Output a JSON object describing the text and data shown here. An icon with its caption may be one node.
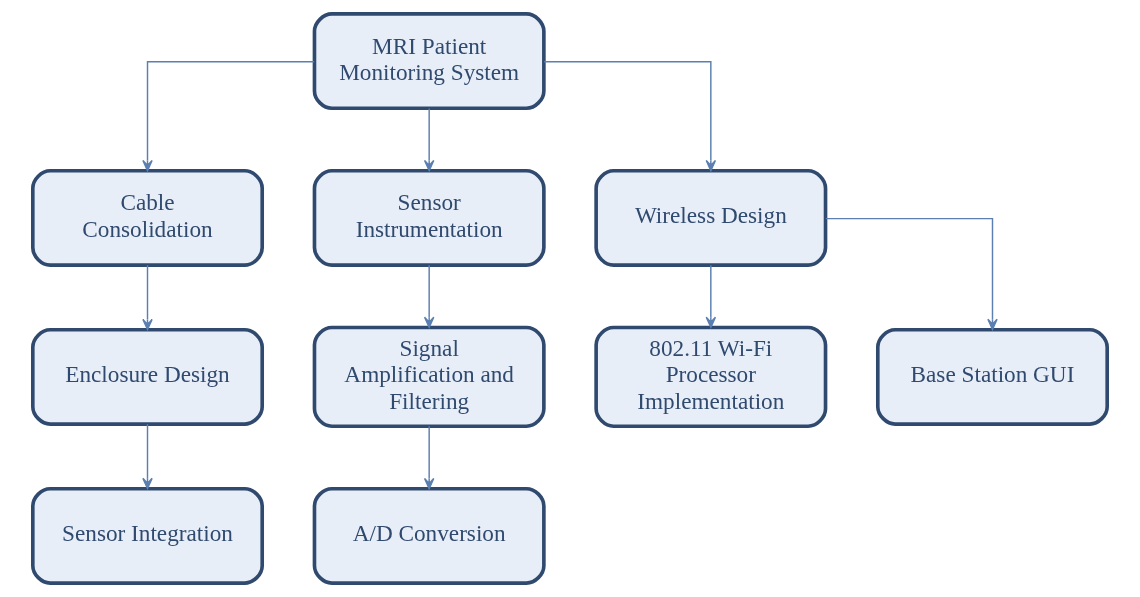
{
  "diagram": {
    "nodes": [
      {
        "text": [
          "MRI Patient Monitoring System"
        ]
      },
      {
        "text": [
          "Cable Consolidation"
        ]
      },
      {
        "text": [
          "Sensor Instrumentation"
        ]
      },
      {
        "text": [
          "Wireless Design"
        ]
      },
      {
        "text": [
          "Enclosure Design"
        ]
      },
      {
        "text": [
          "Signal Amplification and Filtering"
        ]
      },
      {
        "text": [
          "802.11 Wi-Fi Processor Implementation"
        ]
      },
      {
        "text": [
          "Base Station GUI"
        ]
      },
      {
        "text": [
          "Sensor Integration"
        ]
      },
      {
        "text": [
          "A/D Conversion"
        ]
      }
    ],
    "edges": [
      {
        "from": 0,
        "to": 1,
        "arrow": "to"
      },
      {
        "from": 0,
        "to": 2,
        "arrow": "to"
      },
      {
        "from": 0,
        "to": 3,
        "arrow": "to"
      },
      {
        "from": 1,
        "to": 4,
        "arrow": "to"
      },
      {
        "from": 2,
        "to": 5,
        "arrow": "to"
      },
      {
        "from": 3,
        "to": 6,
        "arrow": "to"
      },
      {
        "from": 3,
        "to": 7,
        "arrow": "to"
      },
      {
        "from": 4,
        "to": 8,
        "arrow": "to"
      },
      {
        "from": 5,
        "to": 9,
        "arrow": "to"
      }
    ]
  }
}
